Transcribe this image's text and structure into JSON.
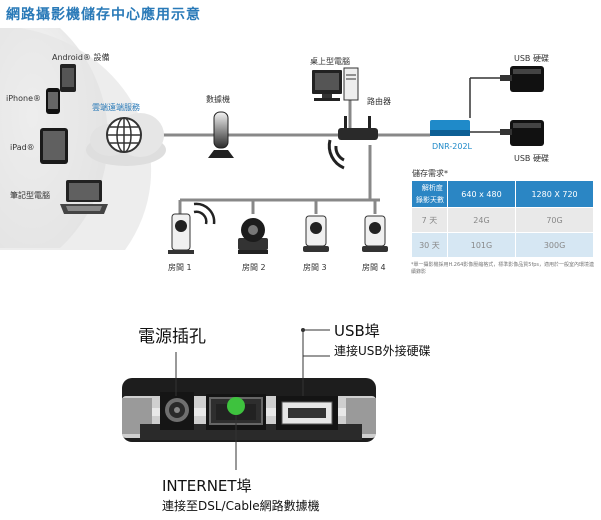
{
  "title": "網路攝影機儲存中心應用示意",
  "labels": {
    "android": "Android® 設備",
    "iphone": "iPhone®",
    "ipad": "iPad®",
    "notebook": "筆記型電腦",
    "cloud": "雲端遠端服務",
    "modem": "數據機",
    "desktop": "桌上型電腦",
    "router": "路由器",
    "usb_disk_1": "USB 硬碟",
    "usb_disk_2": "USB 硬碟",
    "nvr": "DNR-202L",
    "room1": "房間 1",
    "room2": "房間 2",
    "room3": "房間 3",
    "room4": "房間 4"
  },
  "storage_table": {
    "title": "儲存需求*",
    "corner_top": "解析度",
    "corner_bottom": "錄影天數",
    "columns": [
      "640 x 480",
      "1280 X 720"
    ],
    "rows": [
      {
        "days": "7 天",
        "values": [
          "24G",
          "70G"
        ]
      },
      {
        "days": "30 天",
        "values": [
          "101G",
          "300G"
        ]
      }
    ],
    "note": "*單一攝影機採用H.264影像壓縮格式，標準影像品質5fps，適用於一般室內環境連續錄影"
  },
  "ports": {
    "power_title": "電源插孔",
    "usb_title": "USB埠",
    "usb_desc": "連接USB外接硬碟",
    "internet_title": "INTERNET埠",
    "internet_desc": "連接至DSL/Cable網路數據機"
  },
  "colors": {
    "accent": "#2a7ab8",
    "nvr_blue": "#1f8ac9",
    "callout_green": "#3ec23e",
    "table_header": "#2b86c4"
  }
}
